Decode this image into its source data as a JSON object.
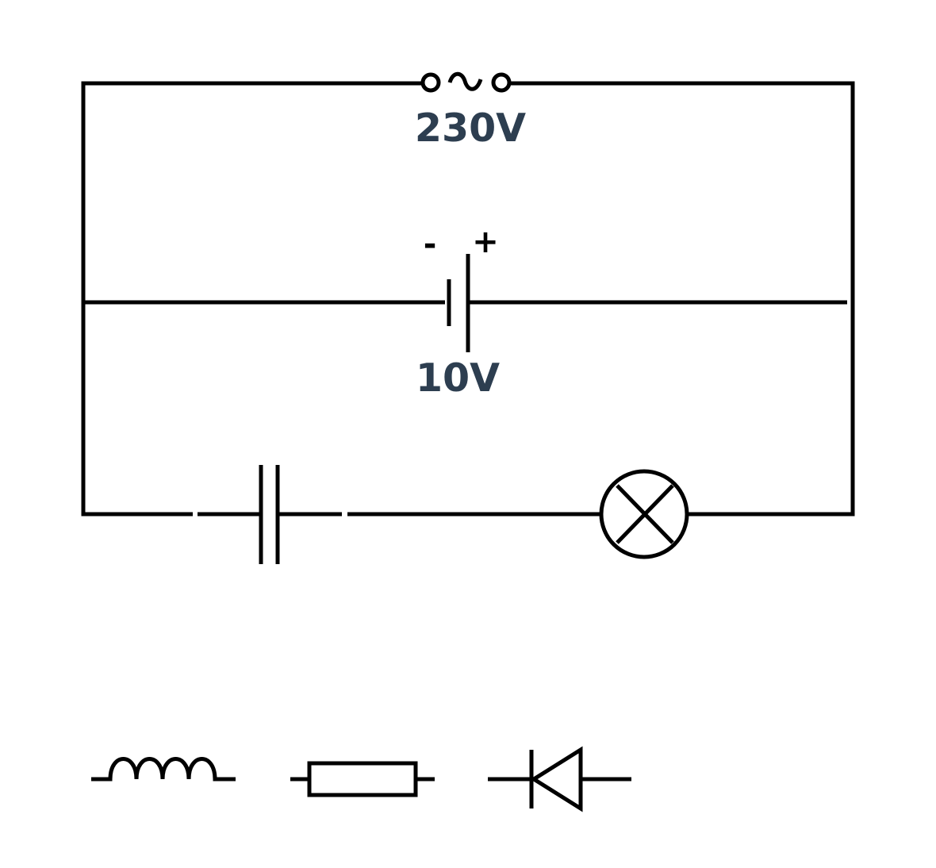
{
  "labels": {
    "ac_voltage": "230V",
    "dc_voltage": "10V",
    "battery_negative": "-",
    "battery_positive": "+"
  },
  "colors": {
    "label_text": "#2d3e50",
    "stroke": "#000000",
    "background": "#ffffff"
  },
  "components": {
    "circuit": [
      "ac-source",
      "battery",
      "capacitor",
      "lamp"
    ],
    "legend": [
      "inductor",
      "resistor",
      "diode"
    ]
  }
}
